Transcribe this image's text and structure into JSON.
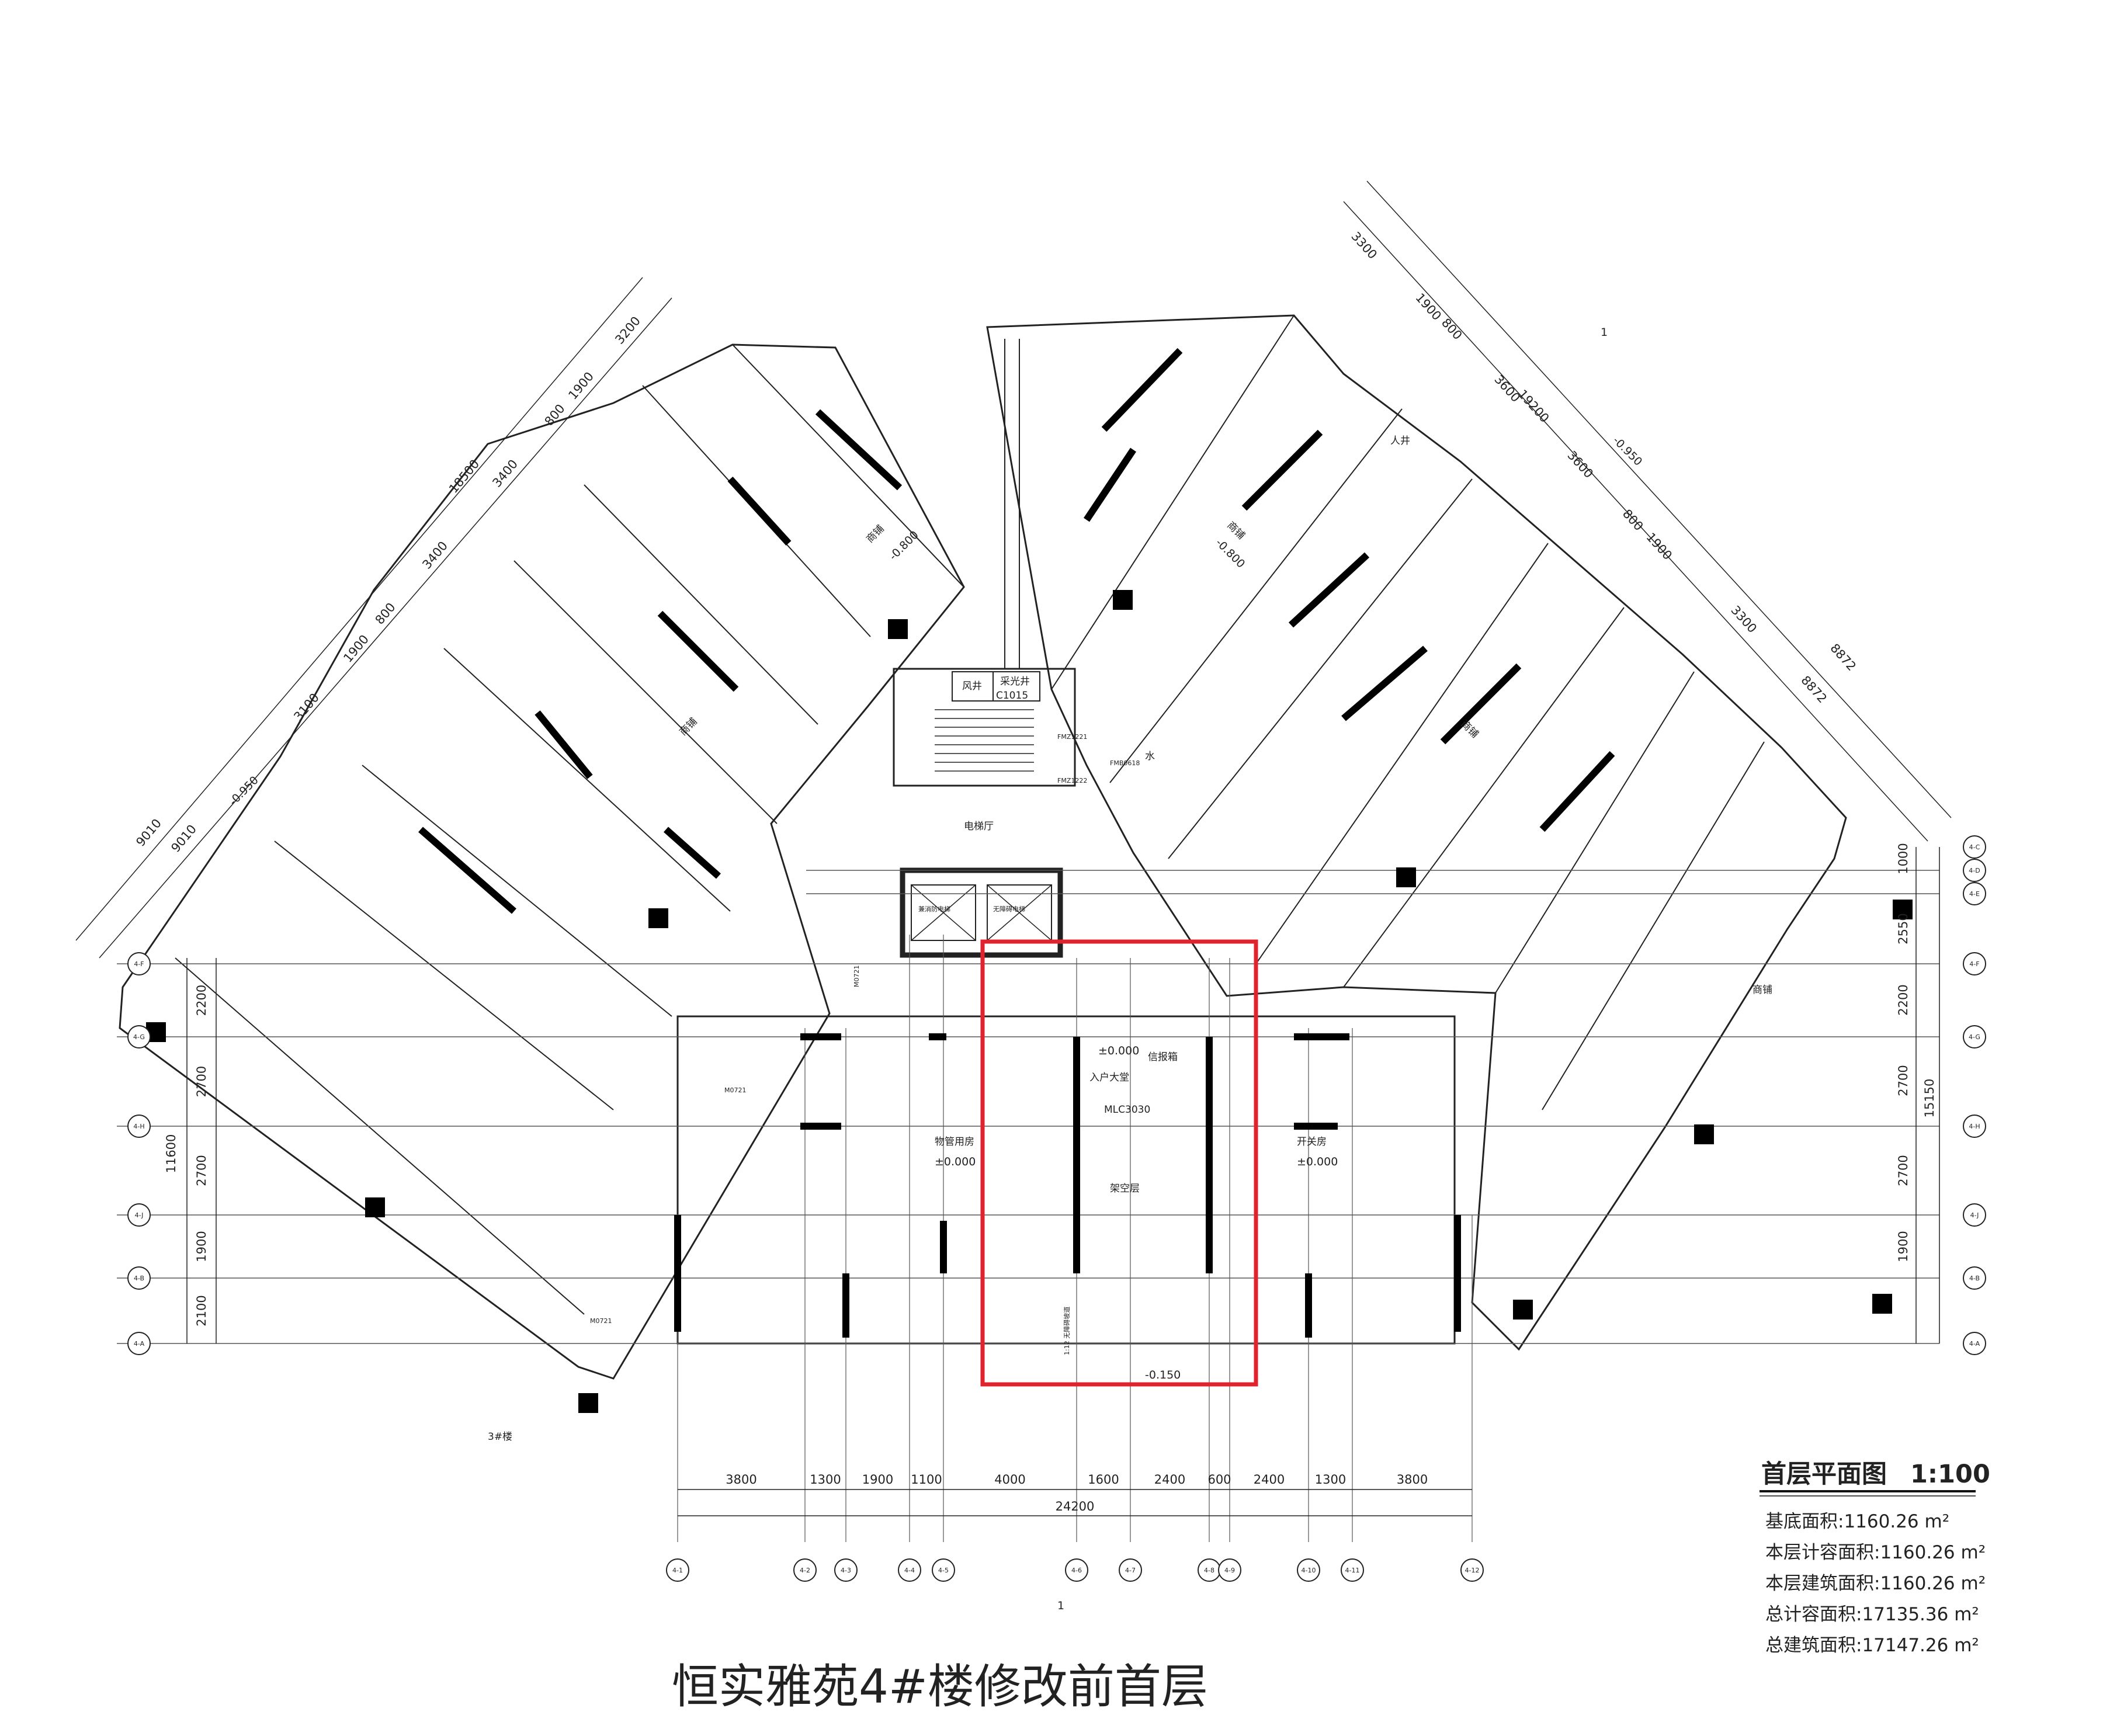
{
  "title": "恒实雅苑4#楼修改前首层",
  "plan_caption": {
    "name": "首层平面图",
    "scale": "1:100"
  },
  "areas": [
    "基底面积:1160.26  m²",
    "本层计容面积:1160.26  m²",
    "本层建筑面积:1160.26  m²",
    "总计容面积:17135.36  m²",
    "总建筑面积:17147.26  m²"
  ],
  "bottom_axes": [
    "4-1",
    "4-2",
    "4-3",
    "4-4",
    "4-5",
    "4-6",
    "4-7",
    "4-8",
    "4-9",
    "4-10",
    "4-11",
    "4-12"
  ],
  "bottom_dims": [
    "3800",
    "1300",
    "1900",
    "1100",
    "4000",
    "1600",
    "2400",
    "600",
    "2400",
    "1300",
    "3800"
  ],
  "bottom_total": "24200",
  "left_axes": [
    "4-F",
    "4-G",
    "4-H",
    "4-J",
    "4-B",
    "4-A"
  ],
  "left_dims": [
    "2200",
    "2700",
    "2700",
    "1900",
    "2100"
  ],
  "left_total": "11600",
  "right_axes": [
    "4-C",
    "4-D",
    "4-E",
    "4-F",
    "4-G",
    "4-H",
    "4-J",
    "4-B",
    "4-A"
  ],
  "right_dims": [
    "1000",
    "2550",
    "2200",
    "2700",
    "2700",
    "1900"
  ],
  "right_total": "15150",
  "left_wing_dims": [
    "3200",
    "1900",
    "800",
    "3400",
    "3400",
    "800",
    "1900",
    "3100"
  ],
  "left_wing_totals": [
    "18500",
    "9010",
    "9010"
  ],
  "right_wing_dims": [
    "3300",
    "1900",
    "800",
    "3600",
    "3600",
    "800",
    "1900",
    "3300"
  ],
  "right_wing_totals": [
    "19200",
    "8872",
    "8872"
  ],
  "rooms": {
    "duct": "风井",
    "light_well": "采光井",
    "window_c": "C1015",
    "elevator_hall": "电梯厅",
    "elevator_1": "兼消防电梯",
    "elevator_2": "无障碍电梯",
    "entrance_hall": "入户大堂",
    "mailbox": "信报箱",
    "lobby_void": "架空层",
    "property_room": "物管用房",
    "switch_room": "开关房",
    "ramp": "1:12 无障碍坡道",
    "shop": "商铺",
    "shaft": "人井",
    "water": "水"
  },
  "levels": {
    "zero": "±0.000",
    "entrance": "-0.150",
    "shop": "-0.800",
    "outside": "-0.950"
  },
  "doors": {
    "m0721": "M0721",
    "mlc": "MLC3030",
    "fmz": "FMZ1221",
    "fmz2": "FMZ1222",
    "fmb": "FMB0618"
  },
  "section_mark": "1",
  "neighbor_label": "3#楼",
  "highlight_color": "#e0232c"
}
